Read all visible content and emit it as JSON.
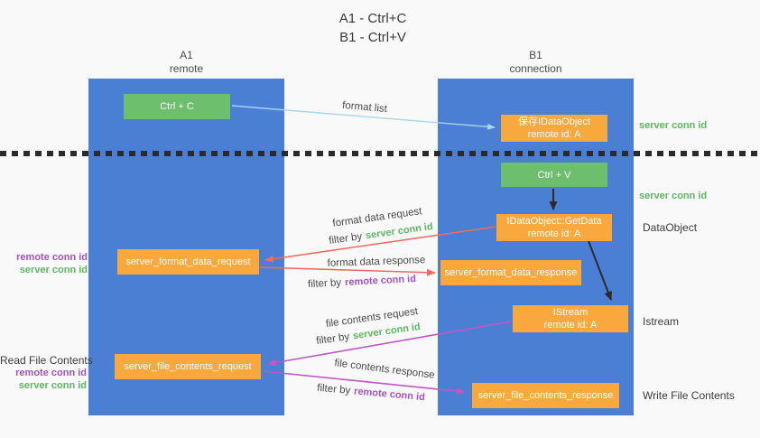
{
  "title": {
    "line1": "A1 - Ctrl+C",
    "line2": "B1 - Ctrl+V"
  },
  "lifelines": {
    "a1": {
      "name": "A1",
      "role": "remote"
    },
    "b1": {
      "name": "B1",
      "role": "connection"
    }
  },
  "nodes": {
    "ctrl_c": {
      "label": "Ctrl + C"
    },
    "ctrl_v": {
      "label": "Ctrl + V"
    },
    "save_dataobject": {
      "line1": "保存IDataObject",
      "line2": "remote id: A"
    },
    "getdata": {
      "line1": "IDataObject::GetData",
      "line2": "remote id: A"
    },
    "istream": {
      "line1": "IStream",
      "line2": "remote id: A"
    },
    "server_format_data_request": {
      "label": "server_format_data_request"
    },
    "server_format_data_response": {
      "label": "server_format_data_response"
    },
    "server_file_contents_request": {
      "label": "server_file_contents_request"
    },
    "server_file_contents_response": {
      "label": "server_file_contents_response"
    }
  },
  "edge_labels": {
    "format_list": "format list",
    "format_data_request": "format data request",
    "format_data_response": "format data response",
    "file_contents_request": "file contents request",
    "file_contents_response": "file contents response",
    "filter_by": "filter by",
    "server_conn_id": "server conn id",
    "remote_conn_id": "remote conn id"
  },
  "annotations": {
    "server_conn_id_right_top": "server conn id",
    "server_conn_id_right_mid": "server conn id",
    "dataobject_right": "DataObject",
    "istream_right": "Istream",
    "write_file_contents_right": "Write File Contents",
    "remote_conn_id_left_format": "remote conn id",
    "server_conn_id_left_format": "server conn id",
    "read_file_contents_left": "Read File Contents",
    "remote_conn_id_left_file": "remote conn id",
    "server_conn_id_left_file": "server conn id"
  },
  "colors": {
    "lifeline_blue": "#4a7fd4",
    "node_green": "#6dbe6d",
    "node_orange": "#f8a83d",
    "arrow_red": "#ee6c5f",
    "arrow_magenta": "#bf58c3",
    "arrow_lightblue": "#a5d5f2",
    "arrow_black": "#2b2b2b",
    "text_green": "#5cb860",
    "text_purple": "#a352c5"
  }
}
